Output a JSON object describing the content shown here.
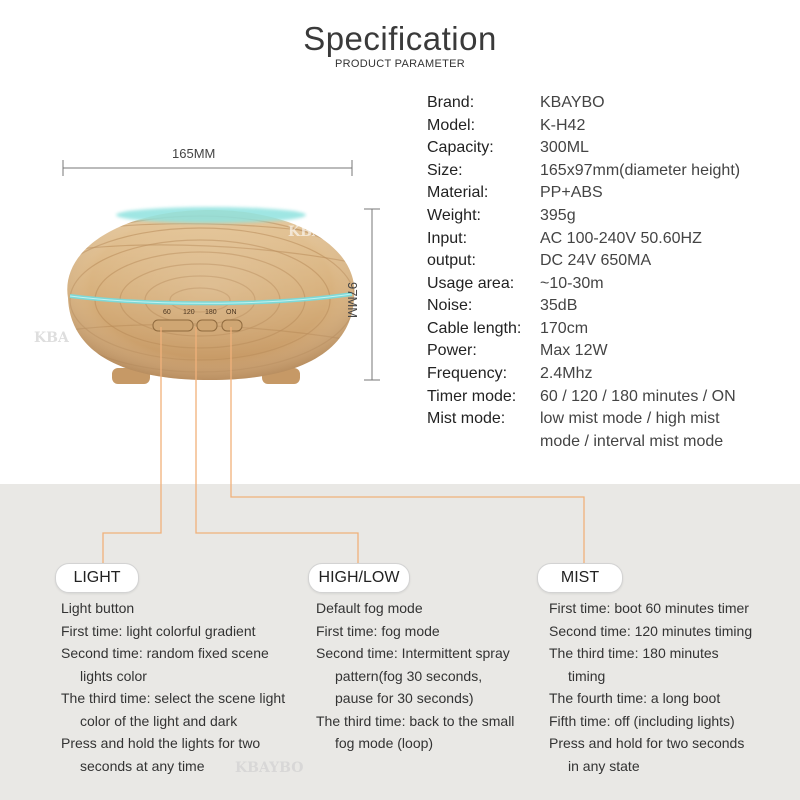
{
  "header": {
    "title": "Specification",
    "subtitle": "PRODUCT PARAMETER"
  },
  "dimensions": {
    "width": "165MM",
    "height": "97MM"
  },
  "device": {
    "button_labels": [
      "60",
      "120",
      "180",
      "ON"
    ]
  },
  "watermarks": [
    "KBAYBO",
    "KBA",
    "KBAYBO"
  ],
  "specs": [
    {
      "label": "Brand:",
      "value": "KBAYBO"
    },
    {
      "label": "Model:",
      "value": "K-H42"
    },
    {
      "label": "Capacity:",
      "value": "300ML"
    },
    {
      "label": "Size:",
      "value": "165x97mm(diameter height)"
    },
    {
      "label": "Material:",
      "value": "PP+ABS"
    },
    {
      "label": "Weight:",
      "value": "395g"
    },
    {
      "label": "Input:",
      "value": "AC 100-240V 50.60HZ"
    },
    {
      "label": "output:",
      "value": "DC 24V 650MA"
    },
    {
      "label": "Usage area:",
      "value": "~10-30m"
    },
    {
      "label": "Noise:",
      "value": "35dB"
    },
    {
      "label": "Cable length:",
      "value": "170cm"
    },
    {
      "label": "Power:",
      "value": "Max 12W"
    },
    {
      "label": "Frequency:",
      "value": "2.4Mhz"
    },
    {
      "label": "Timer mode:",
      "value": "60 / 120 / 180 minutes / ON"
    },
    {
      "label": "Mist mode:",
      "value": "low mist mode / high mist"
    },
    {
      "label": "",
      "value": "mode / interval mist mode"
    }
  ],
  "functions": {
    "light": {
      "title": "LIGHT",
      "lines": [
        "Light button",
        "First time: light colorful gradient",
        "Second time: random fixed scene",
        "lights color",
        "The third time: select the scene light",
        "color of the light and dark",
        "Press and hold the lights for two",
        "seconds at any time"
      ]
    },
    "highlow": {
      "title": "HIGH/LOW",
      "lines": [
        "Default fog mode",
        "First time: fog mode",
        "Second time: Intermittent spray",
        "pattern(fog 30 seconds,",
        "pause for 30 seconds)",
        "The third time: back to the small",
        "fog mode (loop)"
      ]
    },
    "mist": {
      "title": "MIST",
      "lines": [
        "First time: boot 60 minutes timer",
        "Second time: 120 minutes timing",
        "The third time: 180 minutes",
        "timing",
        "The fourth time: a long boot",
        "Fifth time: off (including lights)",
        "Press and hold for two seconds",
        "in any state"
      ]
    }
  },
  "colors": {
    "connector_line": "#f0b17a",
    "teal_light": "#7ed8d6",
    "wood": "#d9b483",
    "panel_bg": "#e9e8e5"
  }
}
